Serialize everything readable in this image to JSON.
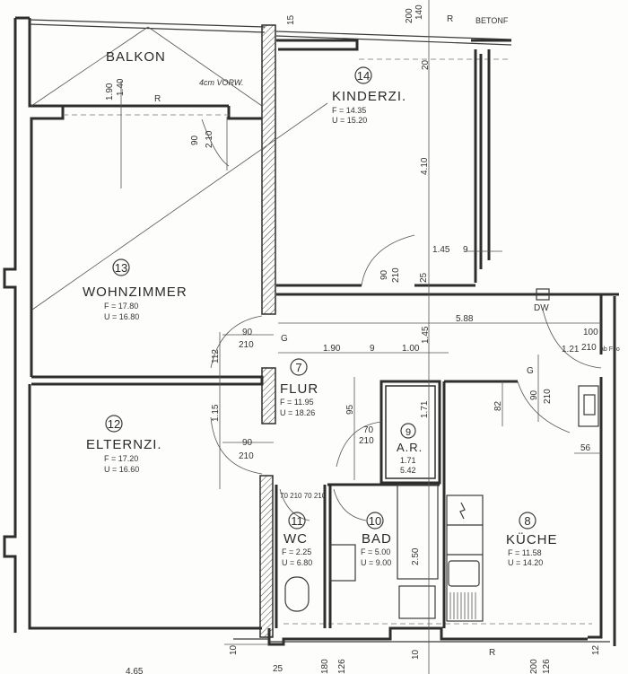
{
  "plan": {
    "balkon": {
      "name": "BALKON",
      "dim1": "1.90",
      "dim2": "1.40",
      "note": "4cm VORW.",
      "r": "R",
      "door_w": "90",
      "door_h": "2.10"
    },
    "top": {
      "d1": "15",
      "d2": "200",
      "d3": "140",
      "r": "R",
      "beton": "BETONF",
      "d4": "20"
    },
    "rooms": [
      {
        "num": "14",
        "name": "KINDERZI.",
        "f": "F = 14.35",
        "u": "U = 15.20"
      },
      {
        "num": "13",
        "name": "WOHNZIMMER",
        "f": "F = 17.80",
        "u": "U = 16.80"
      },
      {
        "num": "12",
        "name": "ELTERNZI.",
        "f": "F = 17.20",
        "u": "U = 16.60"
      },
      {
        "num": "7",
        "name": "FLUR",
        "f": "F = 11.95",
        "u": "U = 18.26"
      },
      {
        "num": "9",
        "name": "A.R.",
        "f": "1.71",
        "u": "5.42"
      },
      {
        "num": "11",
        "name": "WC",
        "f": "F = 2.25",
        "u": "U = 6.80"
      },
      {
        "num": "10",
        "name": "BAD",
        "f": "F = 5.00",
        "u": "U = 9.00"
      },
      {
        "num": "8",
        "name": "KÜCHE",
        "f": "F = 11.58",
        "u": "U = 14.20"
      }
    ],
    "dims": {
      "kinder_h": "4.10",
      "kinder_w": "1.45",
      "nine": "9",
      "kinder_door": "90",
      "kinder_door_h": "210",
      "d25": "25",
      "flur_w": "5.88",
      "flur_190": "1.90",
      "flur_100": "1.00",
      "flur_145": "1.45",
      "g": "G",
      "dw": "DW",
      "door90": "90",
      "door210": "210",
      "d112": "112",
      "d115": "1.15",
      "d95": "95",
      "ar_door": "70",
      "ar_door_h": "210",
      "ar_171": "1.71",
      "k_door": "100",
      "k_door_h": "210",
      "k_121": "1.21",
      "k_note": "ab Fbo",
      "k_82": "82",
      "k_90": "90",
      "k_210": "210",
      "k_56": "56",
      "bad_250": "2.50",
      "wc_doors": "70 210 70 210",
      "b10": "10",
      "b200": "200",
      "b126": "126",
      "b180": "180",
      "b25": "25",
      "b_r": "R",
      "b465": "4.65",
      "b12": "12"
    }
  }
}
